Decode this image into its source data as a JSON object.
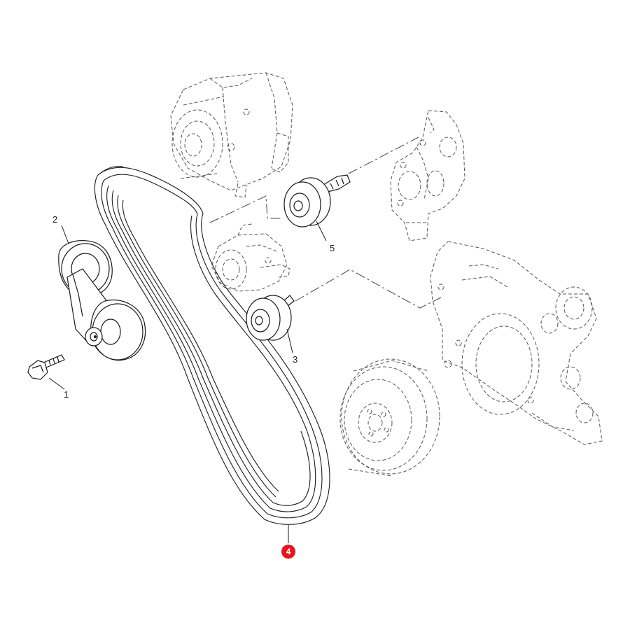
{
  "callouts": {
    "c1": "1",
    "c2": "2",
    "c3": "3",
    "c4": "4",
    "c5": "5"
  },
  "colors": {
    "line": "#1a1a1a",
    "ghost_line": "#555555",
    "highlight": "#e8141c",
    "background": "#ffffff"
  }
}
